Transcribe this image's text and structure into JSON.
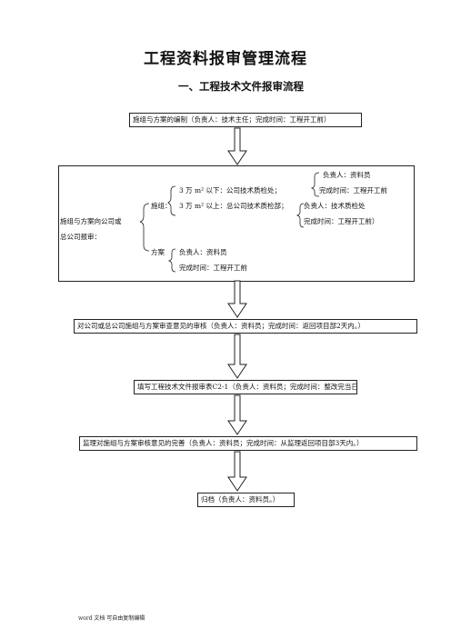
{
  "title": "工程资料报审管理流程",
  "subtitle": "一、工程技术文件报审流程",
  "steps": {
    "step1": "施组与方案的编制（负责人：技术主任；完成时间：工程开工前）",
    "step3": "对公司或总公司施组与方案审查意见的审核（负责人：资料员；完成时间：返回项目部2天内。）",
    "step4": "填写工程技术文件报审表C2-1（负责人：资料员；完成时间：整改完当日。）",
    "step5": "监理对施组与方案审核意见的完善（负责人：资料员；完成时间：从监理返回项目部3天内。）",
    "step6": "归档（负责人：资料员。）"
  },
  "detail": {
    "root": "施组与方案向公司或",
    "root2": "总公司报审：",
    "shizu": "施组：",
    "under": "3 万 m² 以下：公司技术质检处；",
    "over": "3 万 m² 以上：总公司技术质检部；",
    "under_person": "负责人：资料员",
    "under_time": "完成时间：工程开工前",
    "over_person": "负责人：技术质检处",
    "over_time": "完成时间：工程开工前）",
    "fangan": "方案",
    "fangan_person": "负责人：资料员",
    "fangan_time": "完成时间：工程开工前"
  },
  "footer": "word 文档  可自由复制编辑"
}
